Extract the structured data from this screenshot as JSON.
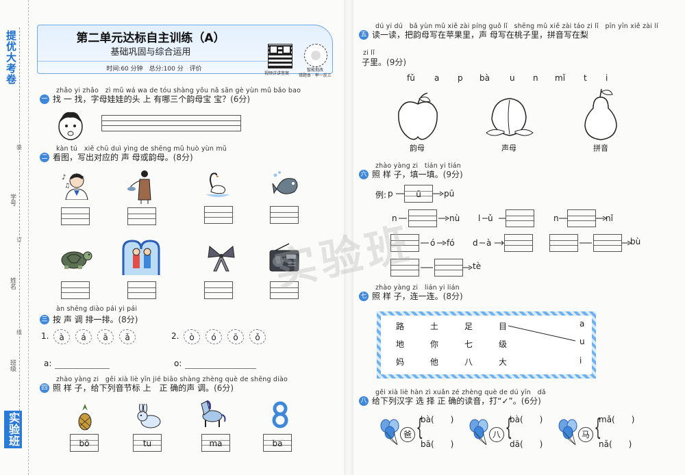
{
  "sidebar": {
    "brand_top": "提优大考卷",
    "brand_bottom": "实验班",
    "field_class": "班级",
    "field_name": "姓名",
    "field_id": "学号",
    "cut_marks": [
      "装",
      "订",
      "线"
    ]
  },
  "header": {
    "title": "第二单元达标自主训练（A）",
    "subtitle": "基础巩固与综合运用",
    "meta": "时间:60 分钟　总分:100 分　评价",
    "qr_caption": "视频详讲答案",
    "seal_caption": "智能批改",
    "seal_subcaption": "错题本 · 举一反三"
  },
  "q1": {
    "num": "一",
    "pinyin": "zhǎo yi zhǎo　zì mǔ wá wa de tóu shàng yǒu nǎ sān gè yùn mǔ bǎo bao",
    "text": "找 一 找，字母娃娃的头 上 有哪三个韵母宝 宝？",
    "score": "(6分)"
  },
  "q2": {
    "num": "二",
    "pinyin": "kàn tú　xiě chū duì yìng de shēng mǔ huò yùn mǔ",
    "text": "看图，写出对应的 声 母或韵母。",
    "score": "(8分)",
    "pictures": [
      "singer-icon",
      "water-girl-icon",
      "swan-icon",
      "fish-icon",
      "turtle-icon",
      "door-kids-icon",
      "ribbon-icon",
      "radio-icon"
    ]
  },
  "q3": {
    "num": "三",
    "pinyin": "àn shēng diào pái yi pái",
    "text": "按 声 调 排一排。",
    "score": "(8分)",
    "group1_label": "1.",
    "group1": [
      "à",
      "á",
      "ā",
      "ǎ"
    ],
    "group2_label": "2.",
    "group2": [
      "ò",
      "ó",
      "ō",
      "ǒ"
    ],
    "answer_a": "a:",
    "answer_o": "o:"
  },
  "q4": {
    "num": "四",
    "pinyin": "zhào yàng zi　gěi xià liè yīn jié biāo shàng zhèng què de shēng diào",
    "text": "照 样 子，给下列音节标 上　正 确的声 调。",
    "score": "(6分)",
    "syllables": [
      "bō",
      "tu",
      "ma",
      "ba"
    ]
  },
  "q5": {
    "num": "五",
    "pinyin": "dú yi dú　bǎ yùn mǔ xiě zài píng guǒ lǐ　shēng mǔ xiě zài táo zi lǐ　pīn yīn xiě zài lí",
    "text": "读一读，把韵母写在苹果里，声 母写在桃子里，拼音写在梨",
    "pinyin2": "zi lǐ",
    "text2": "子里。",
    "score": "(9分)",
    "letters": [
      "fǔ",
      "a",
      "p",
      "bà",
      "u",
      "n",
      "mǐ",
      "t",
      "i"
    ],
    "label_apple": "韵母",
    "label_peach": "声母",
    "label_pear": "拼音"
  },
  "q6": {
    "num": "六",
    "pinyin": "zhào yàng zi　tián yi tián",
    "text": "照 样 子，填一填。",
    "score": "(9分)",
    "example_label": "例:",
    "example": [
      "p",
      "ū",
      "pū"
    ],
    "row1": [
      "n",
      "nù",
      "l",
      "ǔ",
      "n",
      "nǐ"
    ],
    "row2": [
      "ó",
      "fó",
      "d",
      "à",
      "bù"
    ],
    "row3": [
      "tè"
    ]
  },
  "q7": {
    "num": "七",
    "pinyin": "zhào yàng zi　lián yi lián",
    "text": "照 样 子，连一连。",
    "score": "(8分)",
    "grid": [
      [
        "路",
        "土",
        "足",
        "目"
      ],
      [
        "地",
        "你",
        "七",
        "级"
      ],
      [
        "妈",
        "他",
        "八",
        "大"
      ]
    ],
    "vowels": [
      "a",
      "u",
      "i"
    ]
  },
  "q8": {
    "num": "八",
    "pinyin": "gěi xià liè hàn zì xuǎn zé zhèng què de dú yīn　dǎ",
    "text": "给下列汉字 选 择 正 确的读音，打“✓”。",
    "score": "(6分)",
    "items": [
      {
        "char": "爸",
        "opt1": "bà(　　)",
        "opt2": "bā(　　)"
      },
      {
        "char": "八",
        "opt1": "bà(　　)",
        "opt2": "dā(　　)"
      },
      {
        "char": "马",
        "opt1": "mǎ(　　)",
        "opt2": "nǎ(　　)"
      }
    ]
  },
  "watermark": "实验班",
  "colors": {
    "accent": "#3f87d8",
    "header_bg": "#e3f0fd",
    "frame": "#8ac2f3"
  }
}
